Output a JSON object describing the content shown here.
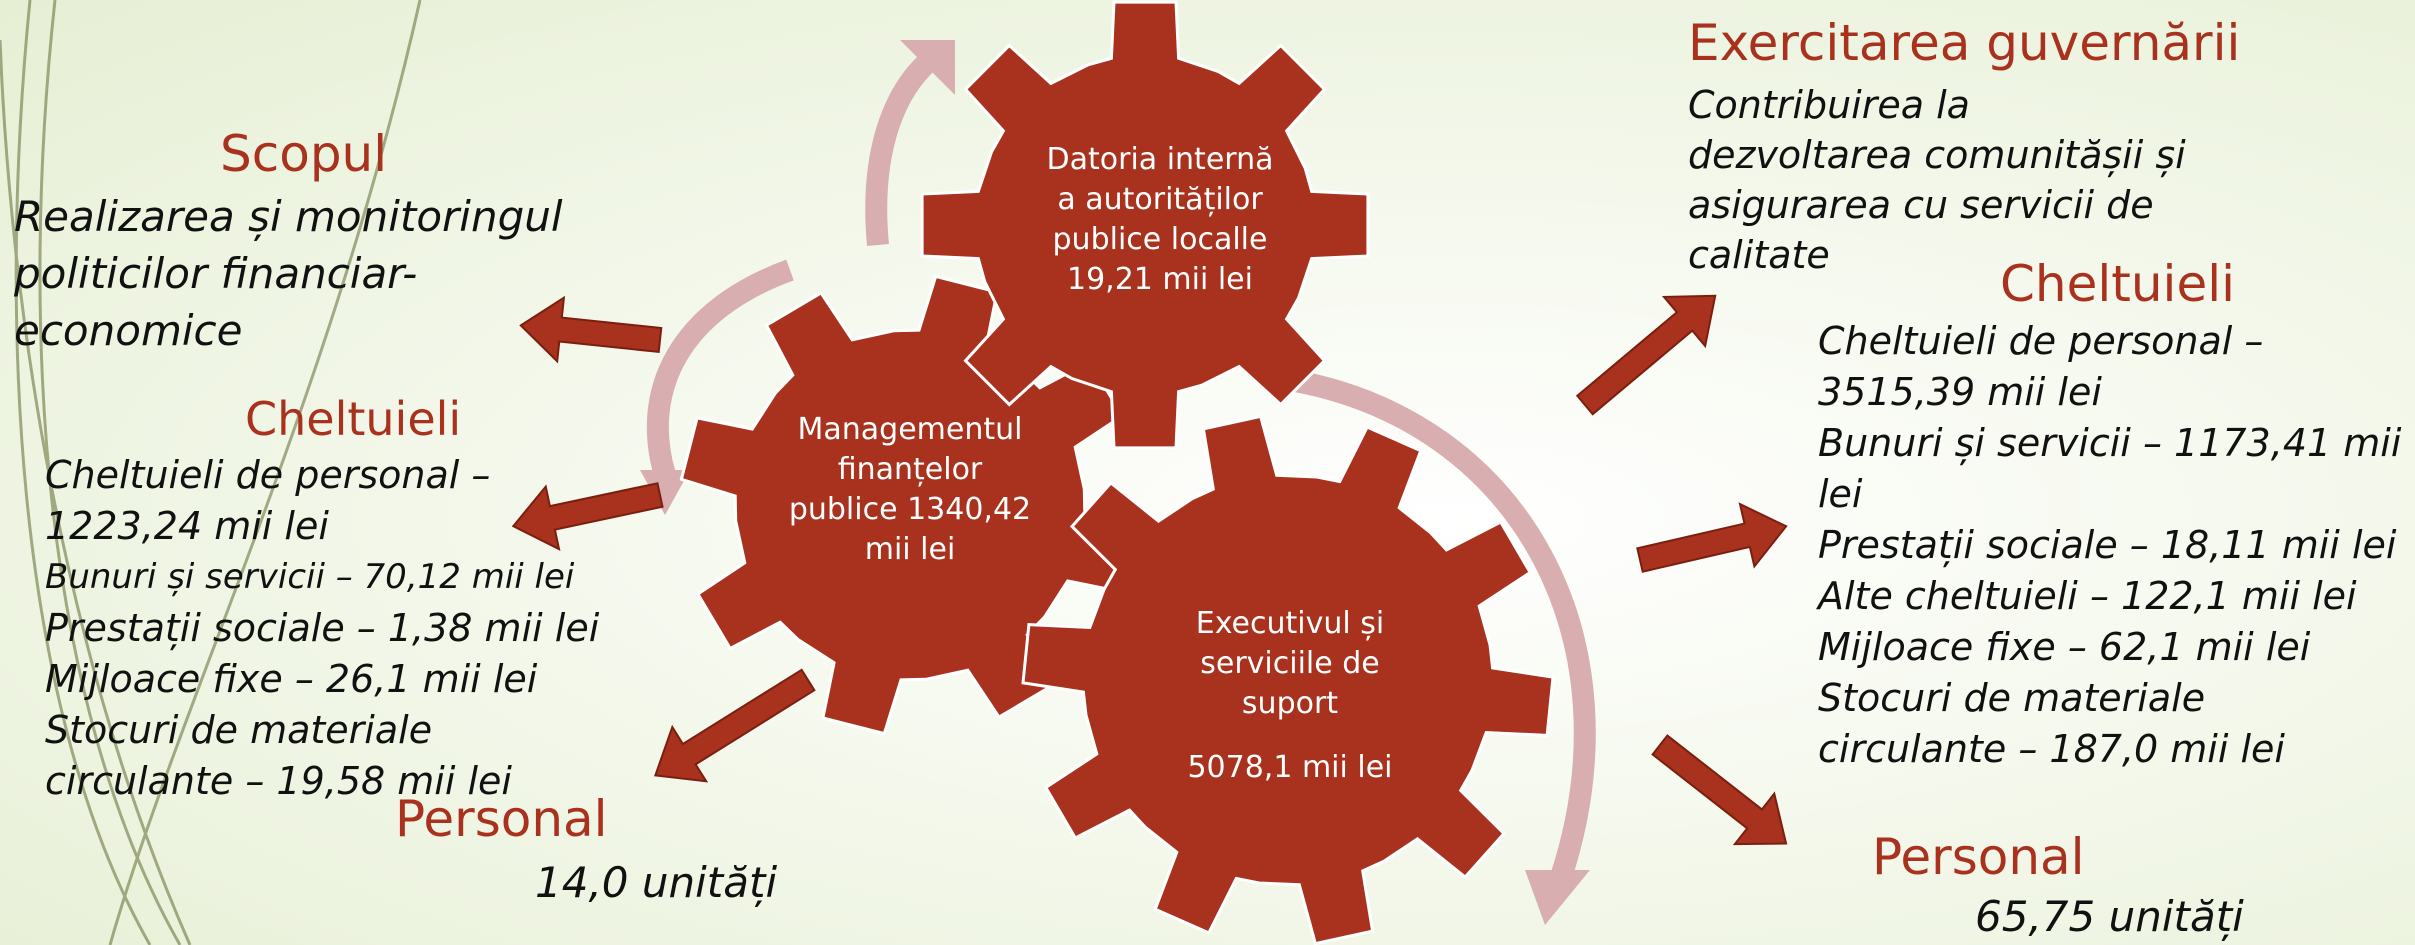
{
  "colors": {
    "gear": "#a8321d",
    "arrow": "#a8321d",
    "swirl": "#d8aeb0",
    "title": "#a8321d"
  },
  "gears": {
    "datoria": {
      "lines": [
        "Datoria internă",
        "a autorităților",
        "publice localle",
        "19,21 mii lei"
      ]
    },
    "management": {
      "lines": [
        "Managementul",
        "finanțelor",
        "publice 1340,42",
        "mii lei"
      ]
    },
    "executivul": {
      "lines": [
        "Executivul și",
        "serviciile de",
        "suport"
      ],
      "value": "5078,1 mii lei"
    }
  },
  "left": {
    "scop_title": "Scopul",
    "scop_text": [
      "Realizarea și monitoringul",
      "politicilor financiar-",
      "economice"
    ],
    "cheltuieli_title": "Cheltuieli",
    "cheltuieli_items": [
      "Cheltuieli de personal –",
      "1223,24 mii lei",
      "Bunuri și servicii – 70,12 mii lei",
      "Prestații sociale – 1,38 mii lei",
      "Mijloace fixe – 26,1 mii lei",
      "Stocuri de materiale",
      "circulante – 19,58 mii lei"
    ],
    "personal_title": "Personal",
    "personal_value": "14,0 unități"
  },
  "right": {
    "exercitarea_title": "Exercitarea guvernării",
    "exercitarea_text": [
      "Contribuirea la",
      "dezvoltarea comunitășii și",
      "asigurarea cu servicii de",
      "calitate"
    ],
    "cheltuieli_title": "Cheltuieli",
    "cheltuieli_items": [
      "Cheltuieli de personal –",
      "3515,39 mii lei",
      "Bunuri și servicii – 1173,41 mii",
      "lei",
      "Prestații sociale – 18,11 mii lei",
      "Alte cheltuieli – 122,1 mii lei",
      "Mijloace fixe – 62,1 mii lei",
      "Stocuri de materiale",
      "circulante – 187,0 mii lei"
    ],
    "personal_title": "Personal",
    "personal_value": "65,75 unități"
  }
}
